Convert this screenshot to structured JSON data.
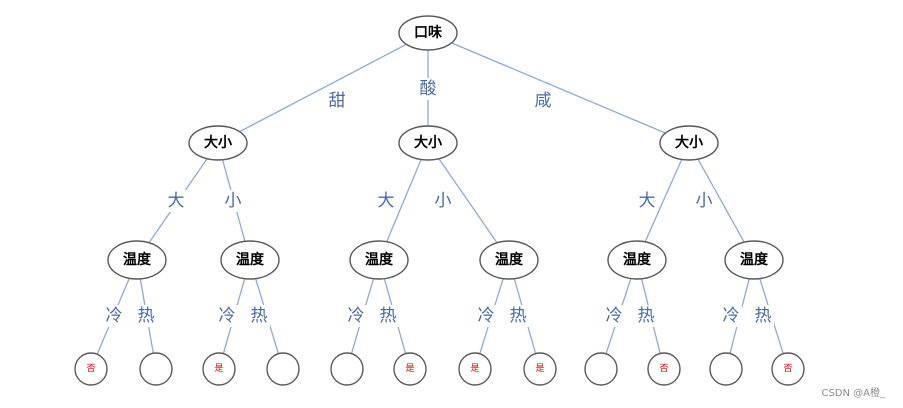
{
  "tree": {
    "root": "口味",
    "branch_labels": [
      "甜",
      "酸",
      "咸"
    ],
    "level1": [
      "大小",
      "大小",
      "大小"
    ],
    "size_labels": [
      "大",
      "小"
    ],
    "level2": [
      "温度",
      "温度",
      "温度",
      "温度",
      "温度",
      "温度"
    ],
    "temp_labels": [
      "冷",
      "热"
    ],
    "leaves": [
      "否",
      "",
      "是",
      "",
      "",
      "是",
      "是",
      "是",
      "",
      "否",
      "",
      "否"
    ]
  },
  "watermark": "CSDN @A橙_",
  "colors": {
    "edge": "#8eaadb",
    "edge_label": "#4a6aa8",
    "node_border": "#595959",
    "leaf_text": "#e00000"
  }
}
